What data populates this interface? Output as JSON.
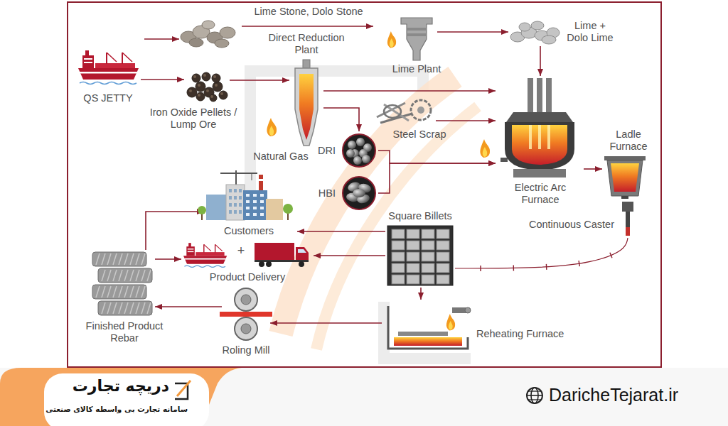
{
  "diagram": {
    "nodes": [
      {
        "text": [
          "QS JETTY"
        ]
      },
      {
        "text": [
          "Iron Oxide Pellets / Lump Ore"
        ]
      },
      {
        "text": [
          "Direct Reduction Plant"
        ]
      },
      {
        "text": [
          "Lime Plant"
        ]
      },
      {
        "text": [
          "Lime + Dolo Lime"
        ]
      },
      {
        "text": [
          "Steel Scrap"
        ]
      },
      {
        "text": [
          "DRI"
        ]
      },
      {
        "text": [
          "HBI"
        ]
      },
      {
        "text": [
          "Electric Arc Furnace"
        ]
      },
      {
        "text": [
          "Ladle Furnace"
        ]
      },
      {
        "text": [
          "Continuous Caster"
        ]
      },
      {
        "text": [
          "Square Billets"
        ]
      },
      {
        "text": [
          "Customers"
        ]
      },
      {
        "text": [
          "+",
          "Product Delivery"
        ]
      },
      {
        "text": [
          "Finished Product Rebar"
        ]
      },
      {
        "text": [
          "Roling Mill"
        ]
      },
      {
        "text": [
          "Reheating Furnace"
        ]
      }
    ],
    "edges": [
      {
        "from": 0,
        "to": 1,
        "arrow": "to"
      },
      {
        "from": 1,
        "to": 2,
        "arrow": "to"
      },
      {
        "from": 3,
        "to": 4,
        "arrow": "to"
      },
      {
        "from": 4,
        "to": 8,
        "arrow": "to"
      },
      {
        "from": 2,
        "to": 8,
        "arrow": "to"
      },
      {
        "from": 2,
        "to": 6,
        "arrow": "to"
      },
      {
        "from": 5,
        "to": 8,
        "arrow": "to"
      },
      {
        "from": 6,
        "to": 8,
        "arrow": "to"
      },
      {
        "from": 7,
        "to": 8,
        "arrow": "to"
      },
      {
        "from": 8,
        "to": 9,
        "arrow": "to"
      },
      {
        "from": 10,
        "to": 11,
        "arrow": "none"
      },
      {
        "from": 11,
        "to": 12,
        "arrow": "to"
      },
      {
        "from": 11,
        "to": 13,
        "arrow": "to"
      },
      {
        "from": 11,
        "to": 16,
        "arrow": "to"
      },
      {
        "from": 16,
        "to": 15,
        "arrow": "to"
      },
      {
        "from": 15,
        "to": 14,
        "arrow": "to"
      },
      {
        "from": 14,
        "to": 13,
        "arrow": "to"
      },
      {
        "from": 14,
        "to": 12,
        "arrow": "to"
      }
    ],
    "labels": [
      "Lime Stone, Dolo Stone",
      "Natural Gas",
      "دریچه تجارت",
      "سامانه تجارت بی واسطه کالای صنعتی",
      "DaricheTejarat.ir"
    ]
  }
}
